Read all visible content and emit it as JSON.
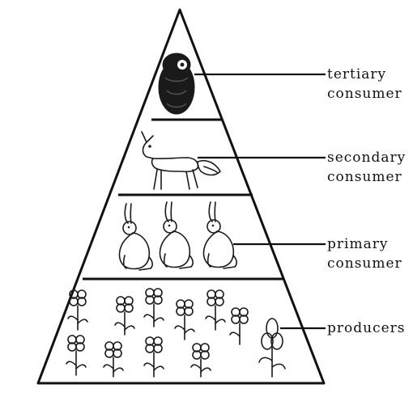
{
  "levels": [
    {
      "key": "tertiary",
      "label_lines": [
        "tertiary",
        "consumer"
      ],
      "organism_icon": "bear-icon"
    },
    {
      "key": "secondary",
      "label_lines": [
        "secondary",
        "consumer"
      ],
      "organism_icon": "fox-icon"
    },
    {
      "key": "primary",
      "label_lines": [
        "primary",
        "consumer"
      ],
      "organism_icon": "rabbit-icon"
    },
    {
      "key": "producers",
      "label_lines": [
        "producers"
      ],
      "organism_icon": "flower-icon"
    }
  ],
  "colors": {
    "ink": "#111111",
    "background": "#ffffff"
  }
}
